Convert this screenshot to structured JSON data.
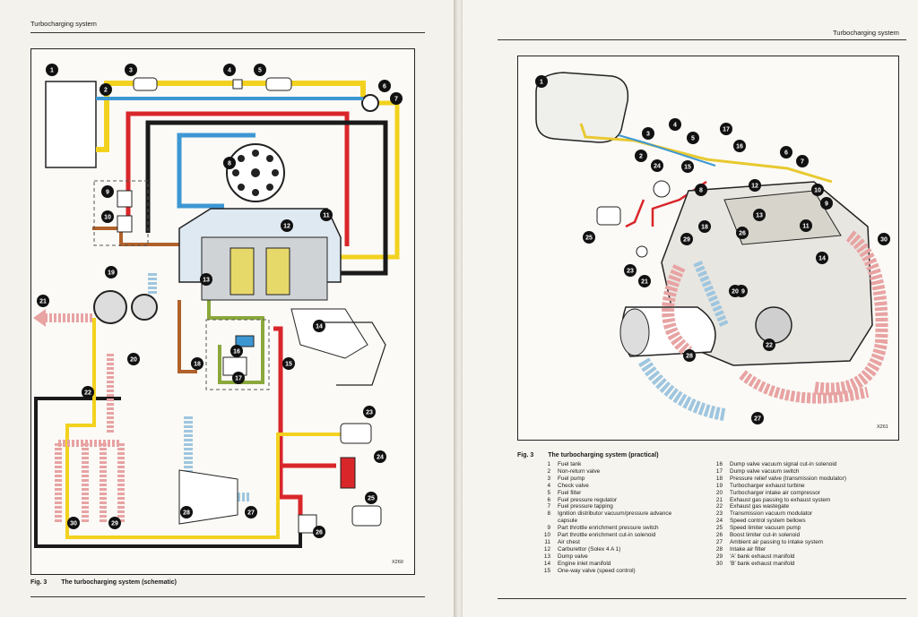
{
  "left_page": {
    "header": "Turbocharging system",
    "figure_code": "X260",
    "caption_fig": "Fig. 3",
    "caption_title": "The turbocharging system (schematic)"
  },
  "right_page": {
    "header": "Turbocharging system",
    "figure_code": "X261",
    "caption_fig": "Fig. 3",
    "caption_title": "The turbocharging system (practical)"
  },
  "legend": [
    {
      "n": "1",
      "t": "Fuel tank"
    },
    {
      "n": "2",
      "t": "Non-return valve"
    },
    {
      "n": "3",
      "t": "Fuel pump"
    },
    {
      "n": "4",
      "t": "Check valve"
    },
    {
      "n": "5",
      "t": "Fuel filter"
    },
    {
      "n": "6",
      "t": "Fuel pressure regulator"
    },
    {
      "n": "7",
      "t": "Fuel pressure tapping"
    },
    {
      "n": "8",
      "t": "Ignition distributor vacuum/pressure advance"
    },
    {
      "n": "",
      "t": "capsule"
    },
    {
      "n": "9",
      "t": "Part throttle enrichment pressure switch"
    },
    {
      "n": "10",
      "t": "Part throttle enrichment cut-in solenoid"
    },
    {
      "n": "11",
      "t": "Air chest"
    },
    {
      "n": "12",
      "t": "Carburettor (Solex 4 A 1)"
    },
    {
      "n": "13",
      "t": "Dump valve"
    },
    {
      "n": "14",
      "t": "Engine inlet manifold"
    },
    {
      "n": "15",
      "t": "One-way valve (speed control)"
    },
    {
      "n": "16",
      "t": "Dump valve vacuum signal cut-in solenoid"
    },
    {
      "n": "17",
      "t": "Dump valve vacuum switch"
    },
    {
      "n": "18",
      "t": "Pressure relief valve (transmission modulator)"
    },
    {
      "n": "19",
      "t": "Turbocharger exhaust turbine"
    },
    {
      "n": "20",
      "t": "Turbocharger intake air compressor"
    },
    {
      "n": "21",
      "t": "Exhaust gas passing to exhaust system"
    },
    {
      "n": "22",
      "t": "Exhaust gas wastegate"
    },
    {
      "n": "23",
      "t": "Transmission vacuum modulator"
    },
    {
      "n": "24",
      "t": "Speed control system bellows"
    },
    {
      "n": "25",
      "t": "Speed limiter vacuum pump"
    },
    {
      "n": "26",
      "t": "Boost limiter cut-in solenoid"
    },
    {
      "n": "27",
      "t": "Ambient air passing to intake system"
    },
    {
      "n": "28",
      "t": "Intake air filter"
    },
    {
      "n": "29",
      "t": "'A' bank exhaust manifold"
    },
    {
      "n": "30",
      "t": "'B' bank exhaust manifold"
    }
  ],
  "schematic_callouts": [
    "1",
    "2",
    "3",
    "4",
    "5",
    "6",
    "7",
    "8",
    "9",
    "10",
    "11",
    "12",
    "13",
    "14",
    "15",
    "16",
    "17",
    "18",
    "19",
    "20",
    "21",
    "22",
    "23",
    "24",
    "25",
    "26",
    "27",
    "28",
    "29",
    "30"
  ],
  "practical_callouts": [
    "1",
    "2",
    "3",
    "4",
    "5",
    "6",
    "7",
    "8",
    "9",
    "10",
    "11",
    "12",
    "13",
    "14",
    "15",
    "16",
    "17",
    "18",
    "19",
    "20",
    "21",
    "22",
    "23",
    "24",
    "25",
    "26",
    "27",
    "28",
    "29",
    "30"
  ],
  "colors": {
    "fuel_line": "#f2d21e",
    "blue_line": "#3d97d3",
    "red_line": "#d9262a",
    "black_line": "#1a1a1a",
    "green_line": "#8aa83c",
    "brown_line": "#b0612a",
    "exhaust_arrow": "#e8a3a3",
    "intake_arrow": "#9fc6df"
  }
}
